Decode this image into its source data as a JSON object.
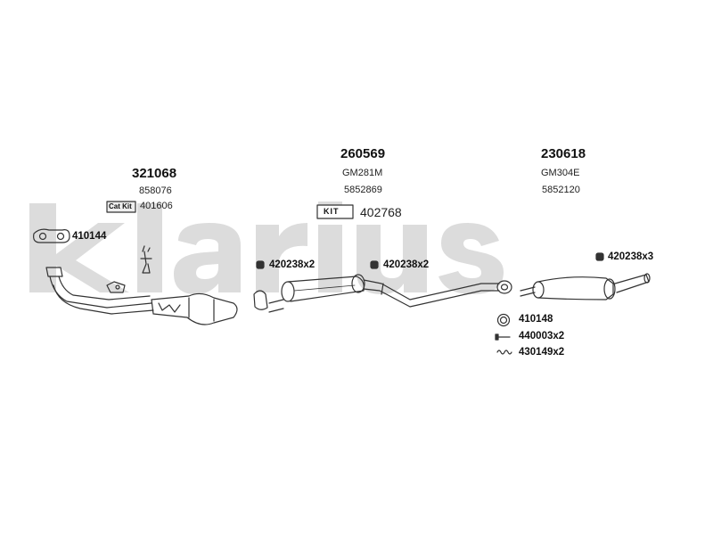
{
  "watermark": "klarius",
  "assemblies": [
    {
      "part": "321068",
      "ref": "858076"
    },
    {
      "part": "260569",
      "model": "GM281M",
      "ref": "5852869"
    },
    {
      "part": "230618",
      "model": "GM304E",
      "ref": "5852120"
    }
  ],
  "catkit": {
    "badge": "Cat Kit",
    "number": "401606"
  },
  "kit": {
    "badge": "KIT",
    "number": "402768"
  },
  "callouts": [
    {
      "text": "410144"
    },
    {
      "text": "420238x2"
    },
    {
      "text": "420238x2"
    },
    {
      "text": "420238x3"
    },
    {
      "text": "410148"
    },
    {
      "text": "440003x2"
    },
    {
      "text": "430149x2"
    }
  ],
  "colors": {
    "line": "#333333",
    "watermark": "#dcdcdc"
  }
}
